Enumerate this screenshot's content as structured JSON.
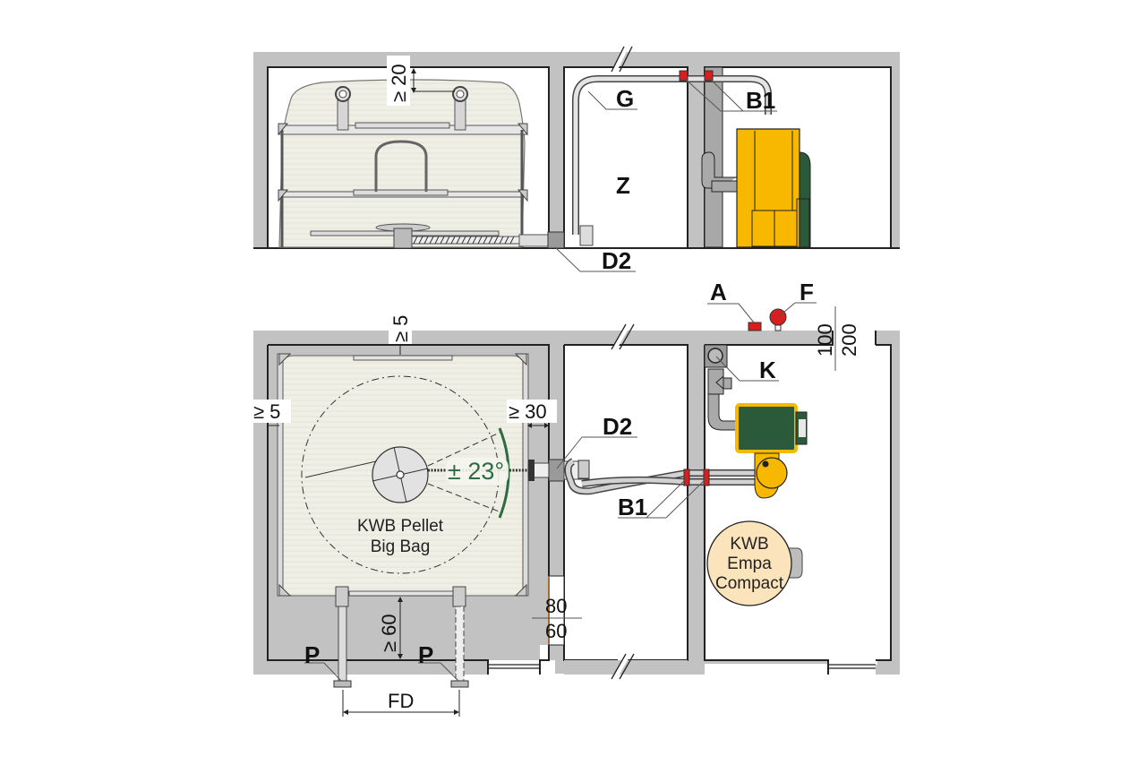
{
  "diagram": {
    "title": "KWB Pellet Big Bag installation with KWB Empa Compact boiler",
    "colors": {
      "wall": "#c2c2c2",
      "wall_outline": "#222222",
      "bigbag_fill": "#f0efe6",
      "boiler_yellow": "#f8b800",
      "boiler_green": "#2a5a3a",
      "fire_red": "#d81e1e",
      "angle_green": "#2d6b40",
      "empa_circle": "#fbe3bc",
      "pipe_grey": "#bdbdbd"
    },
    "elevation_view": {
      "labels": {
        "hose": "G",
        "fire_collar": "B1",
        "room": "Z",
        "wall_duct": "D2"
      },
      "dimensions": {
        "top_clearance": "≥ 20"
      }
    },
    "plan_view": {
      "labels": {
        "item_a": "A",
        "item_f": "F",
        "chimney": "K",
        "wall_duct": "D2",
        "fire_collar": "B1",
        "feet_left": "P",
        "feet_right": "P",
        "foot_distance": "FD"
      },
      "dimensions": {
        "top_clearance": "≥ 5",
        "left_clearance": "≥ 5",
        "right_clearance": "≥ 30",
        "bottom_clearance": "≥ 60",
        "door_width_top": "80",
        "door_width_bottom": "60",
        "opening_top": "100",
        "opening_bottom": "200"
      },
      "angle": "± 23°",
      "bigbag_label_line1": "KWB Pellet",
      "bigbag_label_line2": "Big Bag",
      "boiler_label_line1": "KWB",
      "boiler_label_line2": "Empa",
      "boiler_label_line3": "Compact"
    }
  }
}
